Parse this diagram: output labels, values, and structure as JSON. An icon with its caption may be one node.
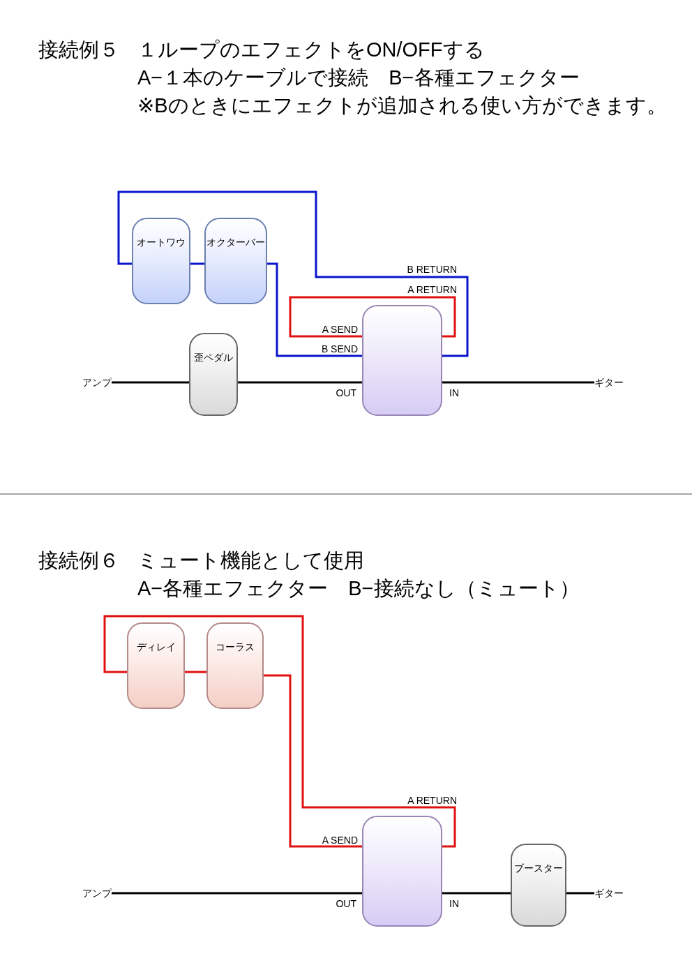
{
  "diagram": {
    "nodes": [
      {
        "text": [
          "オートワウ"
        ]
      },
      {
        "text": [
          "オクターバー"
        ]
      },
      {
        "text": [
          "アンプ"
        ]
      },
      {
        "text": [
          "歪ペダル"
        ]
      },
      {
        "text": [],
        "shape": "box"
      },
      {
        "text": [
          "ギター"
        ]
      },
      {
        "text": [
          "ディレイ"
        ]
      },
      {
        "text": [
          "コーラス"
        ]
      },
      {
        "text": [
          "アンプ"
        ]
      },
      {
        "text": [],
        "shape": "box"
      },
      {
        "text": [
          "ブースター"
        ]
      },
      {
        "text": [
          "ギター"
        ]
      }
    ],
    "edges": [
      {
        "from": 4,
        "to": 1,
        "arrow": "none",
        "color": "#0a14cc"
      },
      {
        "from": 1,
        "to": 0,
        "arrow": "none",
        "color": "#0a14cc"
      },
      {
        "from": 0,
        "to": 4,
        "arrow": "none",
        "color": "#0a14cc"
      },
      {
        "from": 4,
        "to": 4,
        "arrow": "none",
        "color": "#e01010"
      },
      {
        "from": 2,
        "to": 3,
        "arrow": "none"
      },
      {
        "from": 3,
        "to": 4,
        "arrow": "none"
      },
      {
        "from": 4,
        "to": 5,
        "arrow": "none"
      },
      {
        "from": 9,
        "to": 7,
        "arrow": "none",
        "color": "#e01010"
      },
      {
        "from": 7,
        "to": 6,
        "arrow": "none",
        "color": "#e01010"
      },
      {
        "from": 6,
        "to": 9,
        "arrow": "none",
        "color": "#e01010"
      },
      {
        "from": 8,
        "to": 9,
        "arrow": "none"
      },
      {
        "from": 9,
        "to": 10,
        "arrow": "none"
      },
      {
        "from": 10,
        "to": 11,
        "arrow": "none"
      }
    ],
    "labels": [
      "接続例５",
      "１ループのエフェクトをON/OFFする",
      "A−１本のケーブルで接続　B−各種エフェクター",
      "※Bのときにエフェクトが追加される使い方ができます。",
      "B RETURN",
      "A RETURN",
      "A SEND",
      "B SEND",
      "OUT",
      "IN",
      "接続例６",
      "ミュート機能として使用",
      "A−各種エフェクター　B−接続なし（ミュート）",
      "A RETURN",
      "A SEND",
      "OUT",
      "IN"
    ]
  }
}
